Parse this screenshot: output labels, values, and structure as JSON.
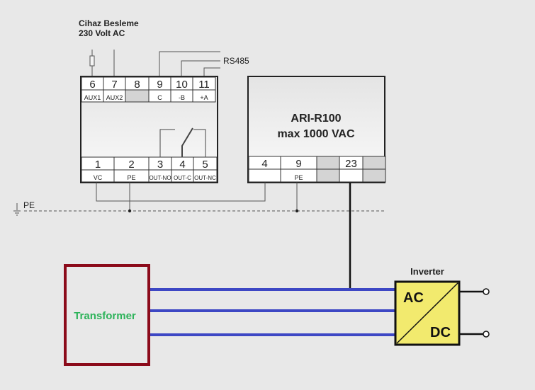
{
  "supply_label": {
    "line1": "Cihaz Besleme",
    "line2": "230 Volt AC"
  },
  "rs485_label": "RS485",
  "pe_label": "PE",
  "relay_device": {
    "top_terminals": [
      {
        "number": "6",
        "label": "AUX1"
      },
      {
        "number": "7",
        "label": "AUX2"
      },
      {
        "number": "8",
        "label": ""
      },
      {
        "number": "9",
        "label": "C"
      },
      {
        "number": "10",
        "label": "-B"
      },
      {
        "number": "11",
        "label": "+A"
      }
    ],
    "bottom_terminals": [
      {
        "number": "1",
        "label": "VC"
      },
      {
        "number": "2",
        "label": "PE"
      },
      {
        "number": "3",
        "label": "OUT-NO"
      },
      {
        "number": "4",
        "label": "OUT-C"
      },
      {
        "number": "5",
        "label": "OUT-NC"
      }
    ]
  },
  "ari_device": {
    "name": "ARI-R100",
    "rating": "max 1000 VAC",
    "terminals": [
      {
        "number": "4",
        "label": ""
      },
      {
        "number": "9",
        "label": "PE"
      },
      {
        "number": "",
        "label": ""
      },
      {
        "number": "23",
        "label": ""
      },
      {
        "number": "",
        "label": ""
      }
    ]
  },
  "transformer": {
    "label": "Transformer",
    "border_color": "#8b0a1a",
    "text_color": "#2db35a"
  },
  "inverter": {
    "title": "Inverter",
    "ac_label": "AC",
    "dc_label": "DC",
    "fill_color": "#f2ea6e"
  },
  "phase_line_color": "#3d47c4"
}
